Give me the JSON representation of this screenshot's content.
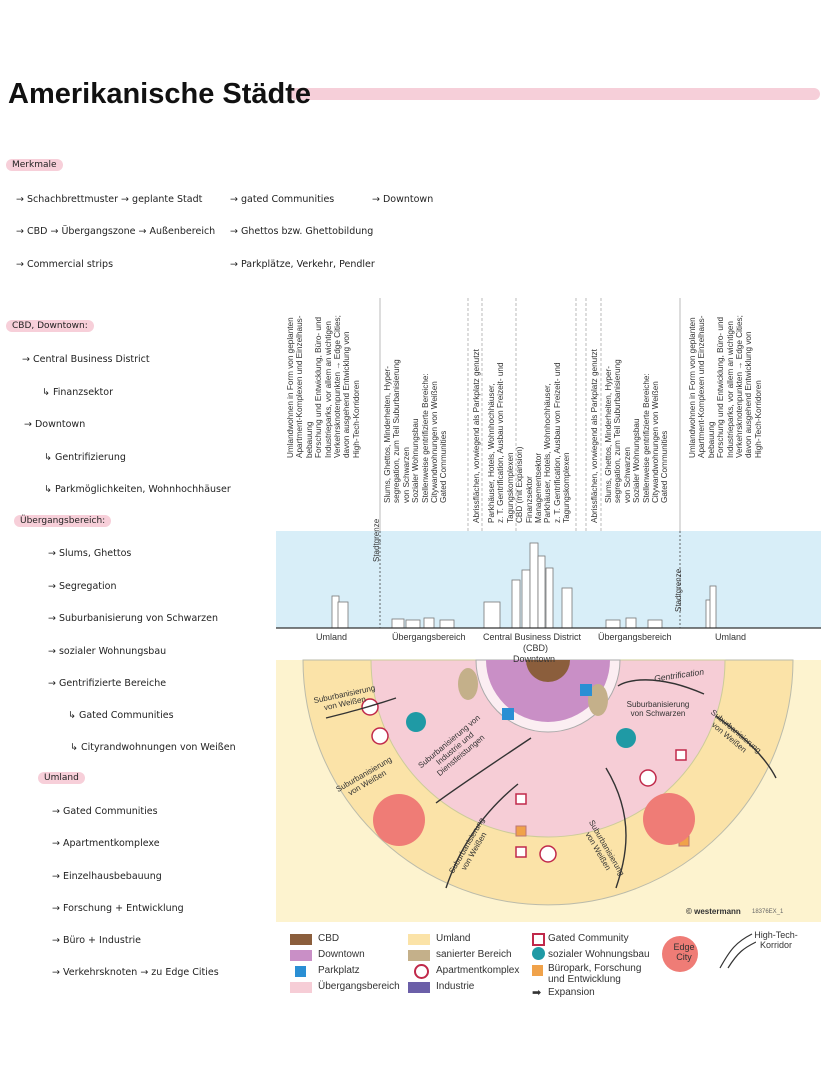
{
  "title": "Amerikanische Städte",
  "merkmale": {
    "heading": "Merkmale",
    "col1": [
      "→ Schachbrettmuster → geplante Stadt",
      "→ CBD → Übergangszone → Außenbereich",
      "→ Commercial strips"
    ],
    "col2": [
      "→ gated Communities",
      "→ Ghettos bzw. Ghettobildung",
      "→ Parkplätze, Verkehr, Pendler"
    ],
    "col3": [
      "→ Downtown"
    ]
  },
  "notes": {
    "cbd_heading": "CBD, Downtown:",
    "cbd_items": [
      "→ Central Business District",
      "↳ Finanzsektor",
      "→ Downtown",
      "↳ Gentrifizierung",
      "↳ Parkmöglichkeiten, Wohnhochhäuser"
    ],
    "uebergang_heading": "Übergangsbereich:",
    "uebergang_items": [
      "→ Slums, Ghettos",
      "→ Segregation",
      "→ Suburbanisierung von Schwarzen",
      "→ sozialer Wohnungsbau",
      "→ Gentrifizierte Bereiche",
      "↳ Gated Communities",
      "↳ Cityrandwohnungen von Weißen"
    ],
    "umland_heading": "Umland",
    "umland_items": [
      "→ Gated Communities",
      "→ Apartmentkomplexe",
      "→ Einzelhausbebauung",
      "→ Forschung + Entwicklung",
      "→ Büro + Industrie",
      "→ Verkehrsknoten → zu Edge Cities"
    ]
  },
  "diagram": {
    "columns": [
      "Umlandwohnen in Form von geplanten\nApartment-Komplexen und Einzelhaus-\nbebauung\nForschung und Entwicklung, Büro- und\nIndustrieparks, vor allem an wichtigen\nVerkehrsknotenpunkten → Edge Cities;\ndavon ausgehend Entwicklung von\nHigh-Tech-Korridoren",
      "Slums, Ghettos, Minderheiten, Hyper-\nsegregation, zum Teil Suburbanisierung\nvon Schwarzen\nSozialer Wohnungsbau\nStellenweise gentrifizierte Bereiche:\nCitywandwohnungen von Weißen\nGated Communities",
      "Abrissflächen, vorwiegend als Parkplatz genutzt",
      "Parkhäuser, Hotels, Wohnhochhäuser,\nz. T. Gentrification, Ausbau von Freizeit- und\nTagungskomplexen\nCBD (mit Expansion)\nFinanzsektor\nManagementsektor\nParkhäuser, Hotels, Wohnhochhäuser,\nz. T. Gentrification, Ausbau von Freizeit- und\nTagungskomplexen",
      "Abrissflächen, vorwiegend als Parkplatz genutzt",
      "Slums, Ghettos, Minderheiten, Hyper-\nsegregation, zum Teil Suburbanisierung\nvon Schwarzen\nSozialer Wohnungsbau\nStellenweise gentrifizierte Bereiche:\nCitywandwohnungen von Weißen\nGated Communities",
      "Umlandwohnen in Form von geplanten\nApartment-Komplexen und Einzelhaus-\nbebauung\nForschung und Entwicklung, Büro- und\nIndustrieparks, vor allem an wichtigen\nVerkehrsknotenpunkten → Edge Cities;\ndavon ausgehend Entwicklung von\nHigh-Tech-Korridoren"
    ],
    "stadtgrenze": "Stadtgrenze",
    "zones": {
      "umland": "Umland",
      "uebergang": "Übergangsbereich",
      "cbd": "Central Business District",
      "cbd_abbr": "(CBD)",
      "downtown": "Downtown"
    },
    "arrows": {
      "gentrification": "Gentrification",
      "sub_weissen": "Suburbanisierung von Weißen",
      "sub_schwarzen": "Suburbanisierung von Schwarzen",
      "sub_industrie": "Suburbanisierung von Industrie und Dienstleistungen"
    },
    "credit": "© westermann",
    "credit_code": "18376EX_1"
  },
  "legend": {
    "cbd": "CBD",
    "downtown": "Downtown",
    "parkplatz": "Parkplatz",
    "uebergang": "Übergangsbereich",
    "umland": "Umland",
    "saniert": "sanierter Bereich",
    "apartment": "Apartmentkomplex",
    "industrie": "Industrie",
    "gated": "Gated Community",
    "sozial": "sozialer Wohnungsbau",
    "buero": "Büropark, Forschung und Entwicklung",
    "expansion": "Expansion",
    "edge_city": "Edge City",
    "high_tech": "High-Tech-Korridor",
    "colors": {
      "cbd": "#8b5e3c",
      "downtown": "#c98fc6",
      "uebergang": "#f6cdd6",
      "umland": "#fbe3a8",
      "saniert": "#c4b08a",
      "sozial": "#1f9aa5",
      "buero": "#f0a24a",
      "gated": "#c0294a",
      "edge": "#ef7c76"
    }
  }
}
